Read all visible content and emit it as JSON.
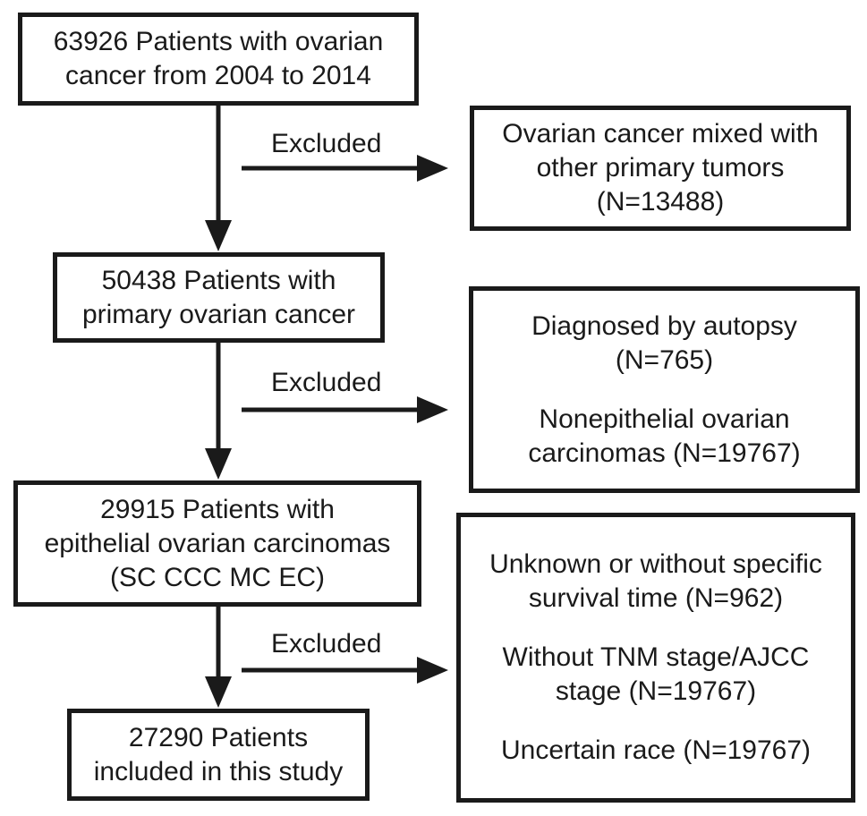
{
  "boxes": {
    "b1": {
      "line1": "63926 Patients with ovarian",
      "line2": "cancer from 2004 to 2014"
    },
    "b2": {
      "line1": "50438 Patients with",
      "line2": "primary ovarian cancer"
    },
    "b3": {
      "line1": "29915 Patients with",
      "line2": "epithelial ovarian carcinomas",
      "line3": "(SC CCC MC EC)"
    },
    "b4": {
      "line1": "27290 Patients",
      "line2": "included in this study"
    }
  },
  "exclusions": {
    "e1": {
      "label": "Excluded",
      "line1": "Ovarian cancer mixed with",
      "line2": "other primary tumors",
      "line3": "(N=13488)"
    },
    "e2": {
      "label": "Excluded",
      "item1_line1": "Diagnosed by autopsy",
      "item1_line2": "(N=765)",
      "item2_line1": "Nonepithelial ovarian",
      "item2_line2": "carcinomas (N=19767)"
    },
    "e3": {
      "label": "Excluded",
      "item1_line1": "Unknown or without specific",
      "item1_line2": "survival time (N=962)",
      "item2_line1": "Without TNM stage/AJCC",
      "item2_line2": "stage (N=19767)",
      "item3_line1": "Uncertain race (N=19767)"
    }
  }
}
